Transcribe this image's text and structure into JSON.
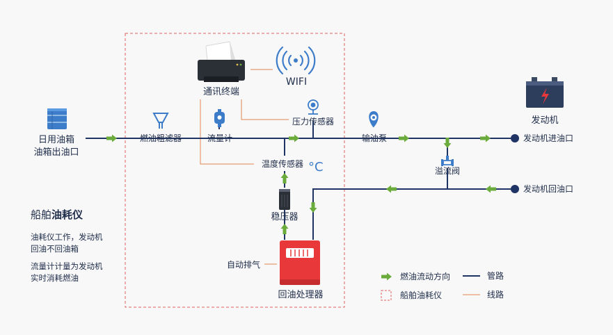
{
  "labels": {
    "tank_top": "日用油箱",
    "tank_bottom": "油箱出油口",
    "filter": "燃油粗滤器",
    "comm": "通讯终端",
    "wifi": "WIFI",
    "flowmeter": "流量计",
    "pressure": "压力传感器",
    "temperature": "温度传感器",
    "celsius": "°C",
    "pump": "输油泵",
    "engine": "发动机",
    "engine_in": "发动机进油口",
    "engine_out": "发动机回油口",
    "overflow": "溢流阀",
    "stabilizer": "稳压器",
    "auto_exhaust": "自动排气",
    "return_unit": "回油处理器"
  },
  "panel": {
    "title_prefix": "船舶",
    "title_bold": "油耗仪",
    "para1_line1": "油耗仪工作，发动机",
    "para1_line2": "回油不回油箱",
    "para2_line1": "流量计计量为发动机",
    "para2_line2": "实时消耗燃油"
  },
  "legend": {
    "flow_direction": "燃油流动方向",
    "pipeline": "管路",
    "meter": "船舶油耗仪",
    "wiring": "线路"
  },
  "colors": {
    "pipe": "#1f3464",
    "arrow": "#6aab3c",
    "wire": "#e08450",
    "dashed_border": "#e06060",
    "icon_blue": "#3d7cc9",
    "processor_red": "#e8383a"
  }
}
